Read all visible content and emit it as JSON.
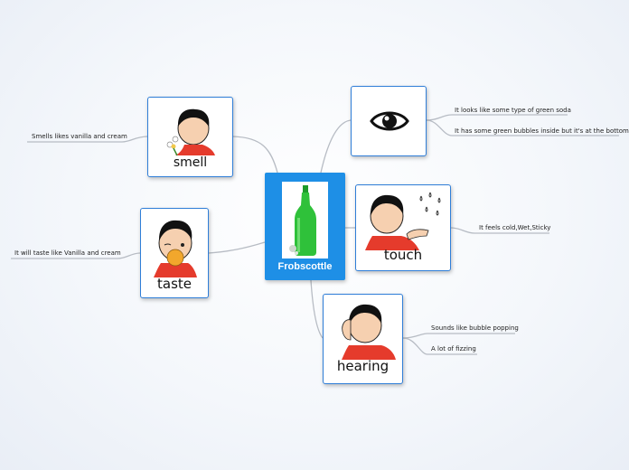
{
  "central": {
    "title": "Frobscottle"
  },
  "senses": {
    "smell": {
      "label": "smell"
    },
    "sight": {
      "label": ""
    },
    "taste": {
      "label": "taste"
    },
    "touch": {
      "label": "touch"
    },
    "hearing": {
      "label": "hearing"
    }
  },
  "leaves": {
    "smell_1": "Smells likes vanilla and cream",
    "sight_1": "It looks like some type of green soda",
    "sight_2": "It has some green bubbles inside but it's at the bottom",
    "taste_1": "It will taste like Vanilla and cream",
    "touch_1": "It feels cold,Wet,Sticky",
    "hearing_1": "Sounds like bubble popping",
    "hearing_2": "A lot of fizzing"
  },
  "colors": {
    "central_bg": "#1e8fe6",
    "border": "#2f7ed8",
    "connector": "#b7bcc4"
  }
}
